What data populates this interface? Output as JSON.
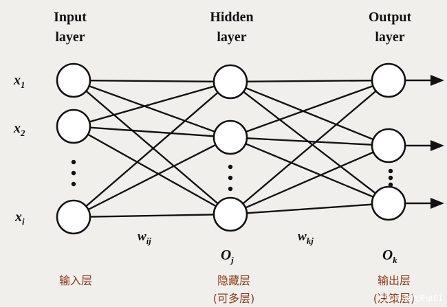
{
  "layers": {
    "input": {
      "header_line1": "Input",
      "header_line2": "layer",
      "cn_label": "输入层"
    },
    "hidden": {
      "header_line1": "Hidden",
      "header_line2": "layer",
      "cn_label_line1": "隐藏层",
      "cn_label_line2": "(可多层)"
    },
    "output": {
      "header_line1": "Output",
      "header_line2": "layer",
      "cn_label_line1": "输出层",
      "cn_label_line2": "(决策层)"
    }
  },
  "inputs": [
    {
      "var": "x",
      "sub": "1"
    },
    {
      "var": "x",
      "sub": "2"
    },
    {
      "var": "x",
      "sub": "i"
    }
  ],
  "weights": {
    "input_hidden": {
      "var": "w",
      "sub": "ij"
    },
    "hidden_output": {
      "var": "w",
      "sub": "kj"
    }
  },
  "outputs_labels": {
    "hidden_out": {
      "var": "O",
      "sub": "j"
    },
    "final_out": {
      "var": "O",
      "sub": "k"
    }
  },
  "watermark": "CSDN @晴天qt01"
}
